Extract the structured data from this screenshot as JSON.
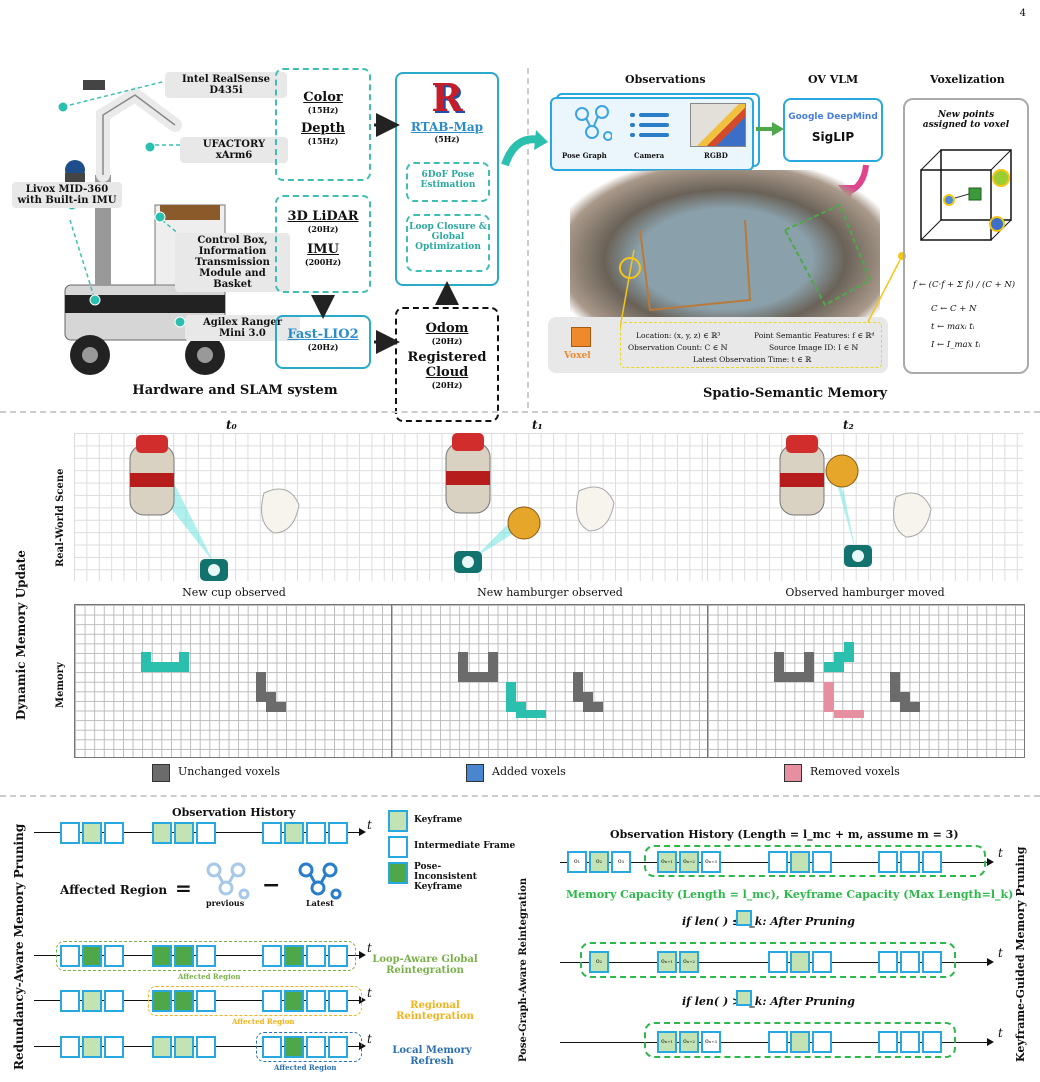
{
  "page_number": "4",
  "hardware": {
    "camera": "Intel RealSense D435i",
    "arm": "UFACTORY xArm6",
    "lidar": "Livox MID-360 with Built-in IMU",
    "control": "Control Box, Information Transmission Module and Basket",
    "base": "Agilex Ranger Mini 3.0",
    "section_title": "Hardware and SLAM system"
  },
  "slam": {
    "color": "Color",
    "color_hz": "(15Hz)",
    "depth": "Depth",
    "depth_hz": "(15Hz)",
    "lidar": "3D LiDAR",
    "lidar_hz": "(20Hz)",
    "imu": "IMU",
    "imu_hz": "(200Hz)",
    "fastlio": "Fast-LIO2",
    "fastlio_hz": "(20Hz)",
    "rtab_logo": "R",
    "rtab": "RTAB-Map",
    "rtab_hz": "(5Hz)",
    "pose": "6DoF Pose Estimation",
    "loop": "Loop Closure & Global Optimization",
    "odom": "Odom",
    "odom_hz": "(20Hz)",
    "cloud_title1": "Registered",
    "cloud_title2": "Cloud",
    "cloud_hz": "(20Hz)"
  },
  "memory": {
    "observations": "Observations",
    "pose_graph": "Pose Graph",
    "camera": "Camera",
    "rgbd": "RGBD",
    "ov_vlm": "OV VLM",
    "deepmind": "Google DeepMind",
    "siglip": "SigLIP",
    "voxelization": "Voxelization",
    "new_points": "New points assigned to voxel",
    "voxel": "Voxel",
    "loc": "Location: (x, y, z) ∈ ℝ³",
    "feat": "Point Semantic Features: f ∈ ℝᵈ",
    "count": "Observation Count: C ∈ ℕ",
    "src": "Source Image ID: I ∈ ℕ",
    "time": "Latest Observation Time: t ∈ ℝ",
    "eq1": "f ← (C·f + Σ fᵢ) / (C + N)",
    "eq2": "C ← C + N",
    "eq3": "t ← maxᵢ tᵢ",
    "eq4": "I ← I_max tᵢ",
    "section_title": "Spatio-Semantic Memory"
  },
  "dynamic": {
    "side_title": "Dynamic Memory Update",
    "row_scene": "Real-World Scene",
    "row_memory": "Memory",
    "t0": "t₀",
    "t1": "t₁",
    "t2": "t₂",
    "cap0": "New cup observed",
    "cap1": "New hamburger observed",
    "cap2": "Observed hamburger moved",
    "legend_unchanged": "Unchanged voxels",
    "legend_added": "Added voxels",
    "legend_removed": "Removed voxels"
  },
  "pruning": {
    "side_left": "Redundancy-Aware Memory Pruning",
    "obs_history": "Observation History",
    "t": "t",
    "legend_keyframe": "Keyframe",
    "legend_intermediate": "Intermediate Frame",
    "legend_pose": "Pose-Inconsistent Keyframe",
    "affected": "Affected Region",
    "eq_sign": "=",
    "minus_sign": "−",
    "previous": "previous",
    "latest": "Latest",
    "loop": "Loop-Aware Global Reintegration",
    "regional": "Regional Reintegration",
    "local": "Local Memory Refresh",
    "affected_small": "Affected Region"
  },
  "keyframe": {
    "side_left": "Pose-Graph-Aware Reintegration",
    "side_right": "Keyframe-Guided Memory Pruning",
    "obs_history": "Observation History (Length = l_mc + m, assume m = 3)",
    "capacity": "Memory Capacity (Length = l_mc), Keyframe Capacity (Max Length=l_k)",
    "cond1": "if len(  ) ≤ l_k: After Pruning",
    "cond2": "if len(  ) > l_k: After Pruning",
    "o1": "o₁",
    "o2": "o₂",
    "o3": "o₃",
    "on1": "oₙ₊₁",
    "on2": "oₙ₊₂",
    "on3": "oₙ₊₃"
  },
  "colors": {
    "teal": "#2bbfae",
    "blue": "#27a8de",
    "keyframe": "#c4e3b5",
    "pose_inconsistent": "#4ea84a",
    "unchanged": "#6b6b6b",
    "added": "#2bbfae",
    "removed": "#e58fa0",
    "green_dash": "#2db84a"
  }
}
